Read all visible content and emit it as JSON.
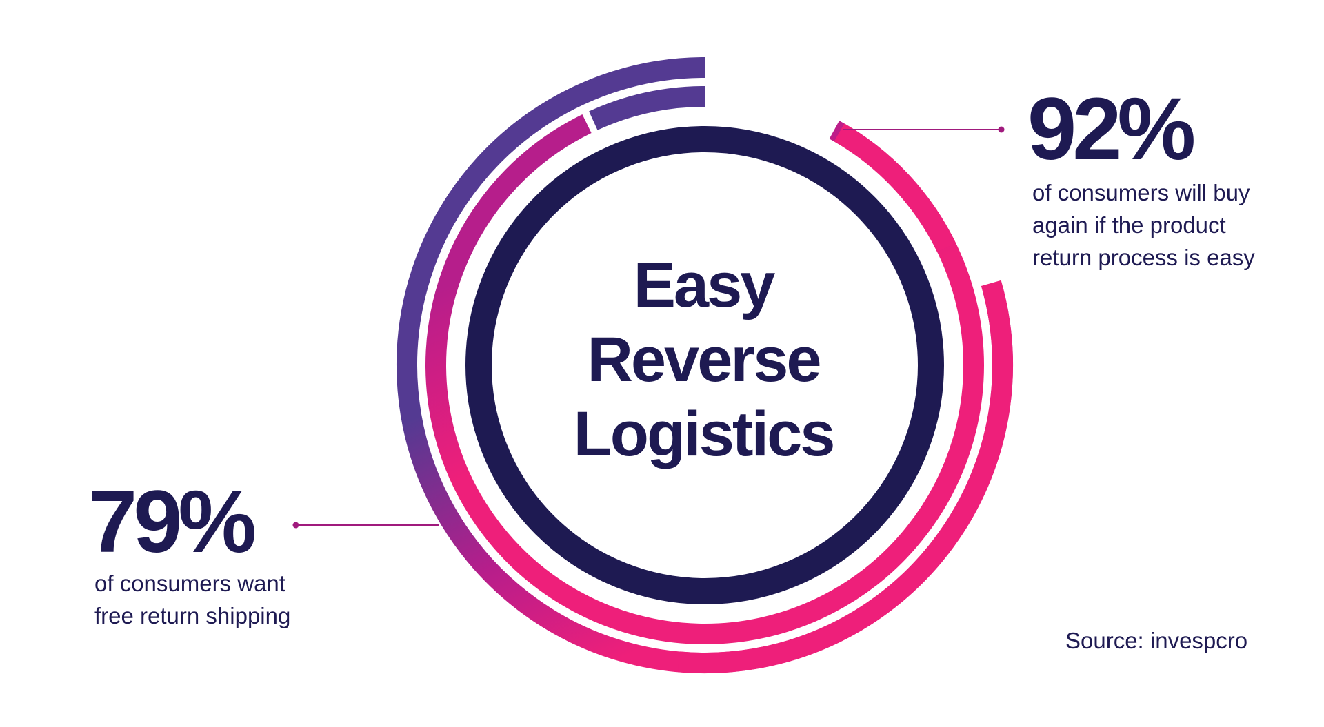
{
  "chart_data": {
    "type": "radial-bar",
    "center_title_lines": [
      "Easy",
      "Reverse",
      "Logistics"
    ],
    "series": [
      {
        "value": 92,
        "unit": "%",
        "label": "92%",
        "description_lines": [
          "of consumers will buy",
          "again if the product",
          "return process is easy"
        ]
      },
      {
        "value": 79,
        "unit": "%",
        "label": "79%",
        "description_lines": [
          "of consumers want",
          "free return shipping"
        ]
      }
    ],
    "source": "Source: invespcro"
  },
  "colors": {
    "navy": "#1e1a52",
    "purple": "#543a92",
    "magenta": "#b61e8b",
    "pink": "#ee1f7a",
    "leader": "#a01a7d"
  }
}
